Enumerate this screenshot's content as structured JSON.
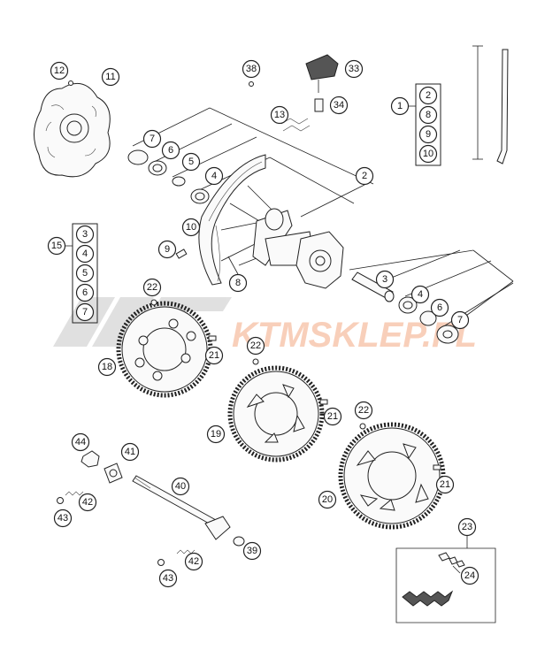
{
  "watermark": {
    "text": "KTMSKLEP.PL",
    "color": "#ec783c"
  },
  "callouts": {
    "c1": "1",
    "c2": "2",
    "c3": "3",
    "c4": "4",
    "c5": "5",
    "c6": "6",
    "c7": "7",
    "c8": "8",
    "c9": "9",
    "c10": "10",
    "c11": "11",
    "c12": "12",
    "c13": "13",
    "c15": "15",
    "c18": "18",
    "c19": "19",
    "c20": "20",
    "c21": "21",
    "c22": "22",
    "c23": "23",
    "c24": "24",
    "c33": "33",
    "c34": "34",
    "c38": "38",
    "c39": "39",
    "c40": "40",
    "c41": "41",
    "c42": "42",
    "c43": "43",
    "c44": "44"
  },
  "group_1": [
    "2",
    "8",
    "9",
    "10"
  ],
  "group_15": [
    "3",
    "4",
    "5",
    "6",
    "7"
  ]
}
